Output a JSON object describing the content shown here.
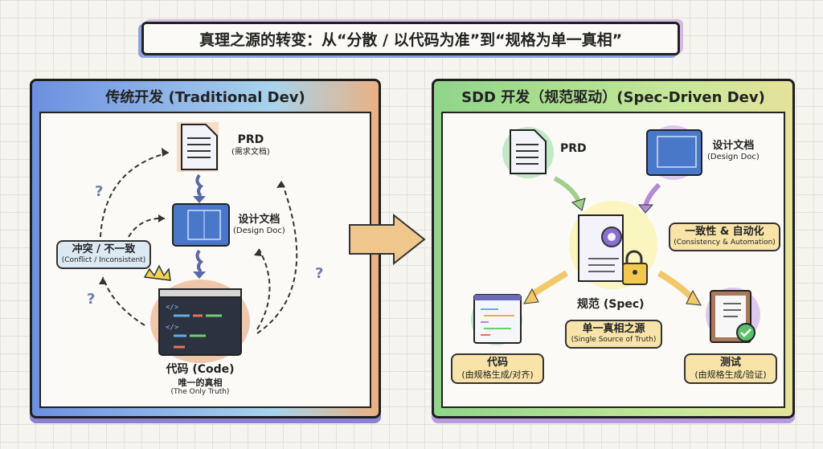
{
  "title": "真理之源的转变：从“分散 / 以代码为准”到“规格为单一真相”",
  "traditional": {
    "header": "传统开发 (Traditional Dev)",
    "prd": {
      "title": "PRD",
      "subtitle": "(需求文档)"
    },
    "design_doc": {
      "title": "设计文档",
      "subtitle": "(Design Doc)"
    },
    "conflict": {
      "title": "冲突 / 不一致",
      "subtitle": "(Conflict / Inconsistent)"
    },
    "code": {
      "title": "代码 (Code)",
      "line2": "唯一的真相",
      "subtitle": "(The Only Truth)"
    },
    "question_mark": "?"
  },
  "sdd": {
    "header": "SDD 开发（规范驱动）(Spec-Driven Dev)",
    "prd": {
      "title": "PRD"
    },
    "design_doc": {
      "title": "设计文档",
      "subtitle": "(Design Doc)"
    },
    "spec": {
      "title": "规范 (Spec)"
    },
    "single_source": {
      "title": "单一真相之源",
      "subtitle": "(Single Source of Truth)"
    },
    "consistency": {
      "title": "一致性 & 自动化",
      "subtitle": "(Consistency & Automation)"
    },
    "code": {
      "title": "代码",
      "subtitle": "(由规格生成/对齐)"
    },
    "test": {
      "title": "测试",
      "subtitle": "(由规格生成/验证)"
    }
  },
  "colors": {
    "traditional_accent": "#6d8fe0",
    "sdd_accent": "#8fd58a",
    "highlight": "#f8e3a8"
  }
}
